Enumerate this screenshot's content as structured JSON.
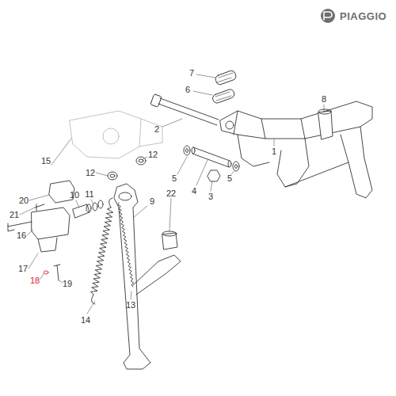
{
  "diagram": {
    "labels": [
      "PIAGGIO",
      "7",
      "6",
      "2",
      "8",
      "1",
      "15",
      "20",
      "12",
      "12",
      "21",
      "16",
      "10",
      "11",
      "5",
      "4",
      "5",
      "3",
      "9",
      "22",
      "17",
      "18",
      "19",
      "14",
      "13"
    ]
  }
}
